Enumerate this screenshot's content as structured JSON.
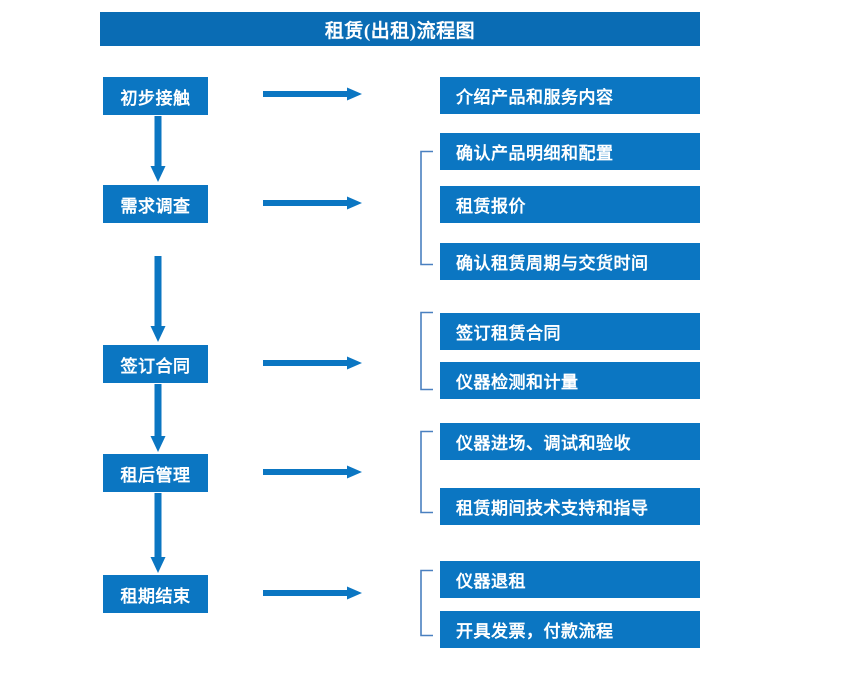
{
  "diagram": {
    "title": "租赁(出租)流程图",
    "type": "flowchart",
    "colors": {
      "title_bar": "#0A6CB4",
      "box": "#0B76C2",
      "arrow": "#0B76C2",
      "bracket": "#4A80C0",
      "text": "#FFFFFF",
      "background": "#FFFFFF"
    },
    "stages": [
      {
        "id": "stage-1",
        "label": "初步接触"
      },
      {
        "id": "stage-2",
        "label": "需求调查"
      },
      {
        "id": "stage-3",
        "label": "签订合同"
      },
      {
        "id": "stage-4",
        "label": "租后管理"
      },
      {
        "id": "stage-5",
        "label": "租期结束"
      }
    ],
    "details": [
      {
        "id": "detail-1",
        "label": "介绍产品和服务内容",
        "stage": "stage-1"
      },
      {
        "id": "detail-2",
        "label": "确认产品明细和配置",
        "stage": "stage-2"
      },
      {
        "id": "detail-3",
        "label": "租赁报价",
        "stage": "stage-2"
      },
      {
        "id": "detail-4",
        "label": "确认租赁周期与交货时间",
        "stage": "stage-2"
      },
      {
        "id": "detail-5",
        "label": "签订租赁合同",
        "stage": "stage-3"
      },
      {
        "id": "detail-6",
        "label": "仪器检测和计量",
        "stage": "stage-3"
      },
      {
        "id": "detail-7",
        "label": "仪器进场、调试和验收",
        "stage": "stage-4"
      },
      {
        "id": "detail-8",
        "label": "租赁期间技术支持和指导",
        "stage": "stage-4"
      },
      {
        "id": "detail-9",
        "label": "仪器退租",
        "stage": "stage-5"
      },
      {
        "id": "detail-10",
        "label": "开具发票，付款流程",
        "stage": "stage-5"
      }
    ],
    "connectors": {
      "vertical_arrow_count": 4,
      "horizontal_arrow_count": 5,
      "bracket_count": 4
    }
  }
}
